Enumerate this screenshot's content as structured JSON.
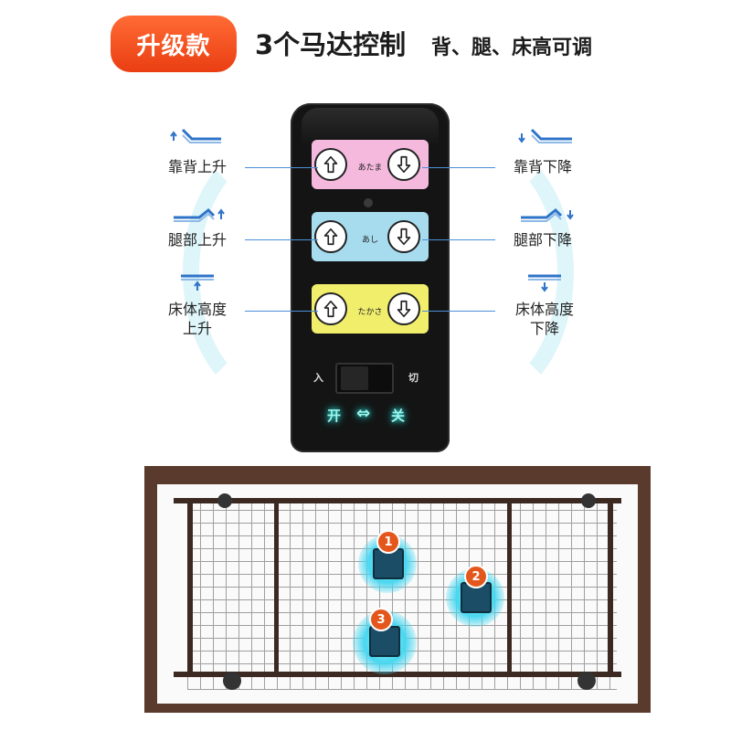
{
  "header": {
    "badge": "升级款",
    "title": "3个马达控制",
    "subtitle": "背、腿、床高可调"
  },
  "remote": {
    "rows": [
      {
        "kana": "あたま",
        "color": "#f5b9de"
      },
      {
        "kana": "あし",
        "color": "#a7dcef"
      },
      {
        "kana": "たかさ",
        "color": "#f1ee6c"
      }
    ],
    "switch": {
      "on_label": "入",
      "off_label": "切"
    },
    "toggle": {
      "on": "开",
      "arrow": "⇔",
      "off": "关"
    }
  },
  "labels": {
    "back_up": "靠背上升",
    "back_down": "靠背下降",
    "leg_up": "腿部上升",
    "leg_down": "腿部下降",
    "height_up_l1": "床体高度",
    "height_up_l2": "上升",
    "height_down_l1": "床体高度",
    "height_down_l2": "下降"
  },
  "motors": [
    "1",
    "2",
    "3"
  ],
  "colors": {
    "accent": "#ea3e12",
    "line": "#4a8fd8",
    "glow": "#49d7f0"
  }
}
